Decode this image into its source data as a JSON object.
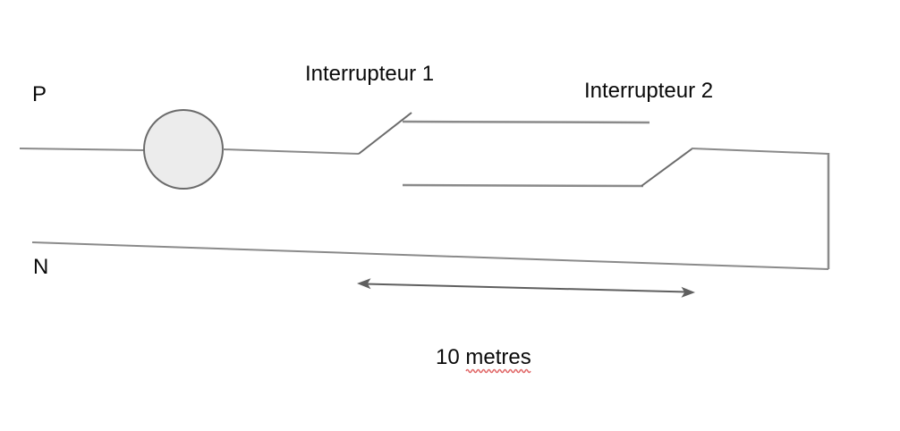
{
  "diagram": {
    "labels": {
      "phase": "P",
      "neutral": "N",
      "switch1": "Interrupteur 1",
      "switch2": "Interrupteur 2",
      "distance": "10 metres"
    },
    "colors": {
      "background": "#ffffff",
      "wire": "#8a8a8a",
      "blade": "#6b6b6b",
      "lamp_fill": "#ececec",
      "lamp_stroke": "#6b6b6b",
      "arrow": "#5f5f5f",
      "text": "#0a0a0a",
      "spellcheck_underline": "#e06666"
    }
  }
}
